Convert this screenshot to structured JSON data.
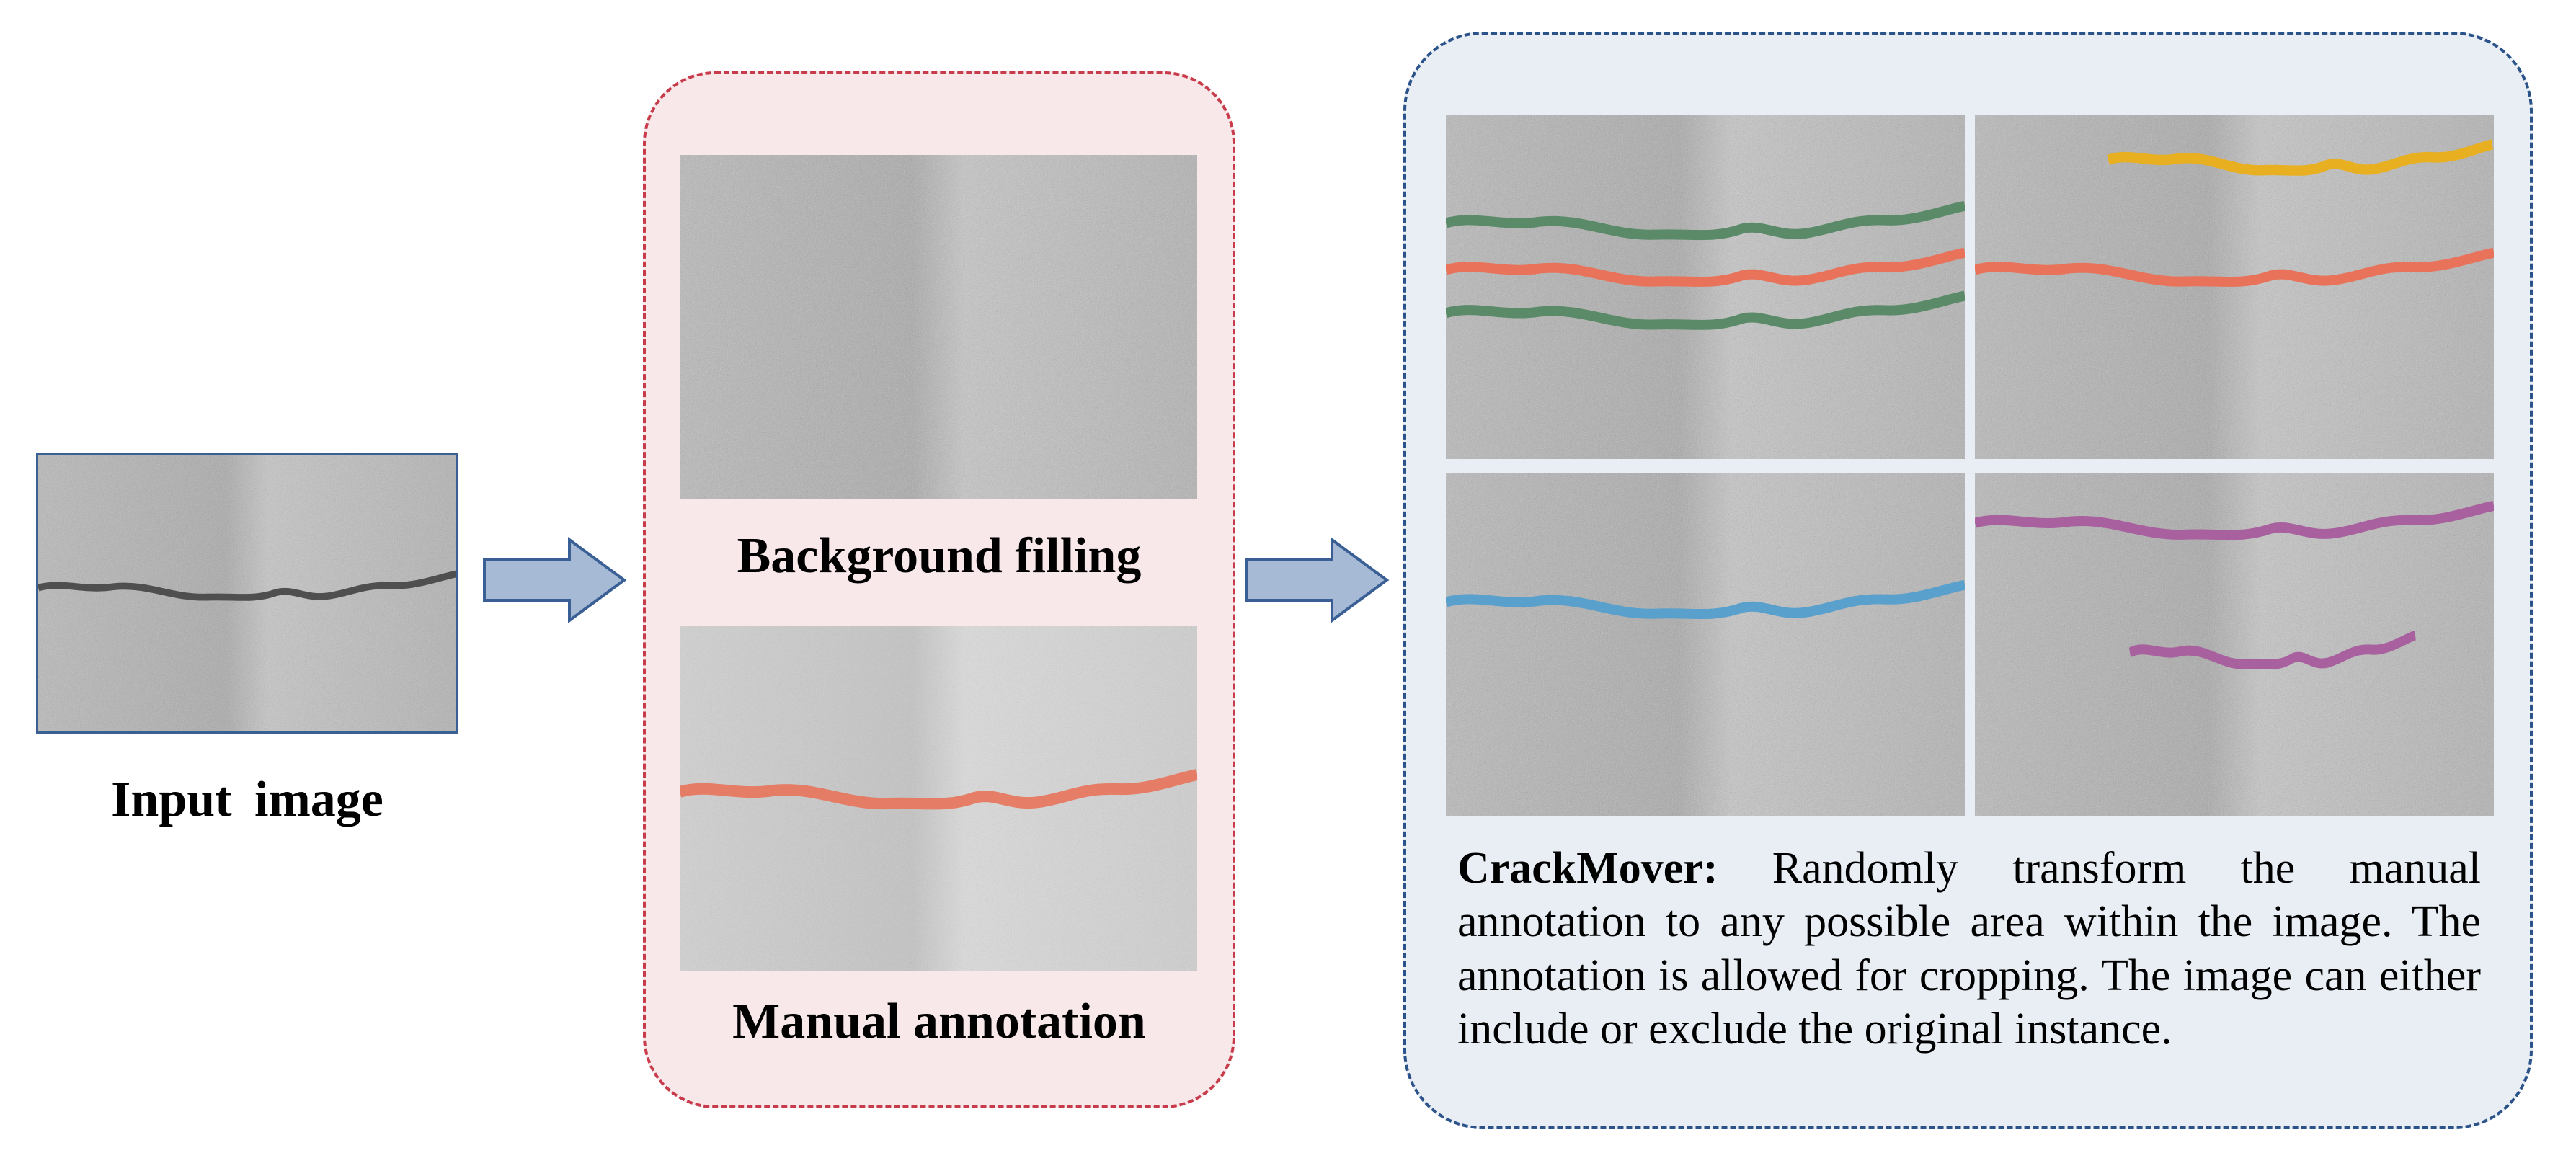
{
  "input_panel": {
    "label": "Input image"
  },
  "middle_panel": {
    "top_label": "Background filling",
    "bottom_label": "Manual annotation"
  },
  "right_panel": {
    "title": "CrackMover:",
    "description": "Randomly transform the manual annotation to any possible area within the image. The annotation is allowed for cropping. The image can either include or exclude the original instance."
  },
  "colors": {
    "red_panel_border": "#c83b4a",
    "red_panel_fill": "#f9e8ea",
    "blue_panel_border": "#2b5289",
    "blue_panel_fill": "#e8eef4",
    "arrow_fill": "#a6b9d5",
    "arrow_stroke": "#3a5f95",
    "crack_original": "#505050",
    "annotation_orange": "#e8735a",
    "annotation_green": "#5a8a68",
    "annotation_yellow": "#e8b020",
    "annotation_blue": "#5aa0cc",
    "annotation_purple": "#a8619e"
  }
}
